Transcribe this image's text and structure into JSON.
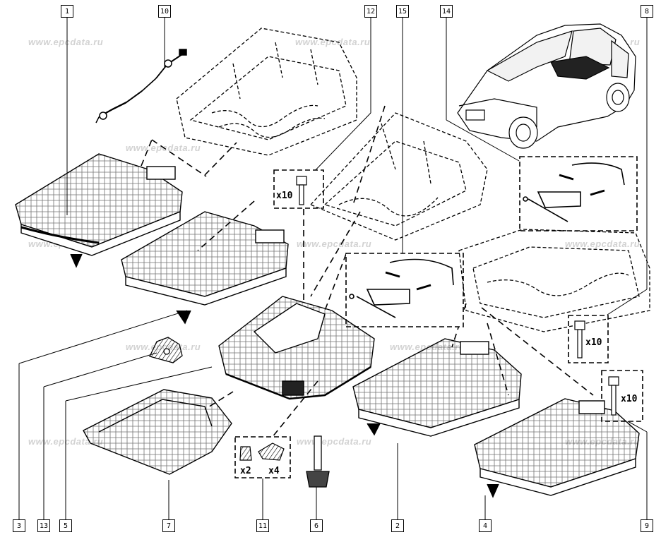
{
  "watermark": "www.epcdata.ru",
  "callouts": {
    "c1": "1",
    "c2": "2",
    "c3": "3",
    "c4": "4",
    "c5": "5",
    "c6": "6",
    "c7": "7",
    "c8": "8",
    "c9": "9",
    "c10": "10",
    "c11": "11",
    "c12": "12",
    "c13": "13",
    "c14": "14",
    "c15": "15"
  },
  "quantities": {
    "bolt_12": "x10",
    "bolt_8": "x10",
    "bolt_9": "x10",
    "clip_a": "x2",
    "clip_b": "x4"
  }
}
